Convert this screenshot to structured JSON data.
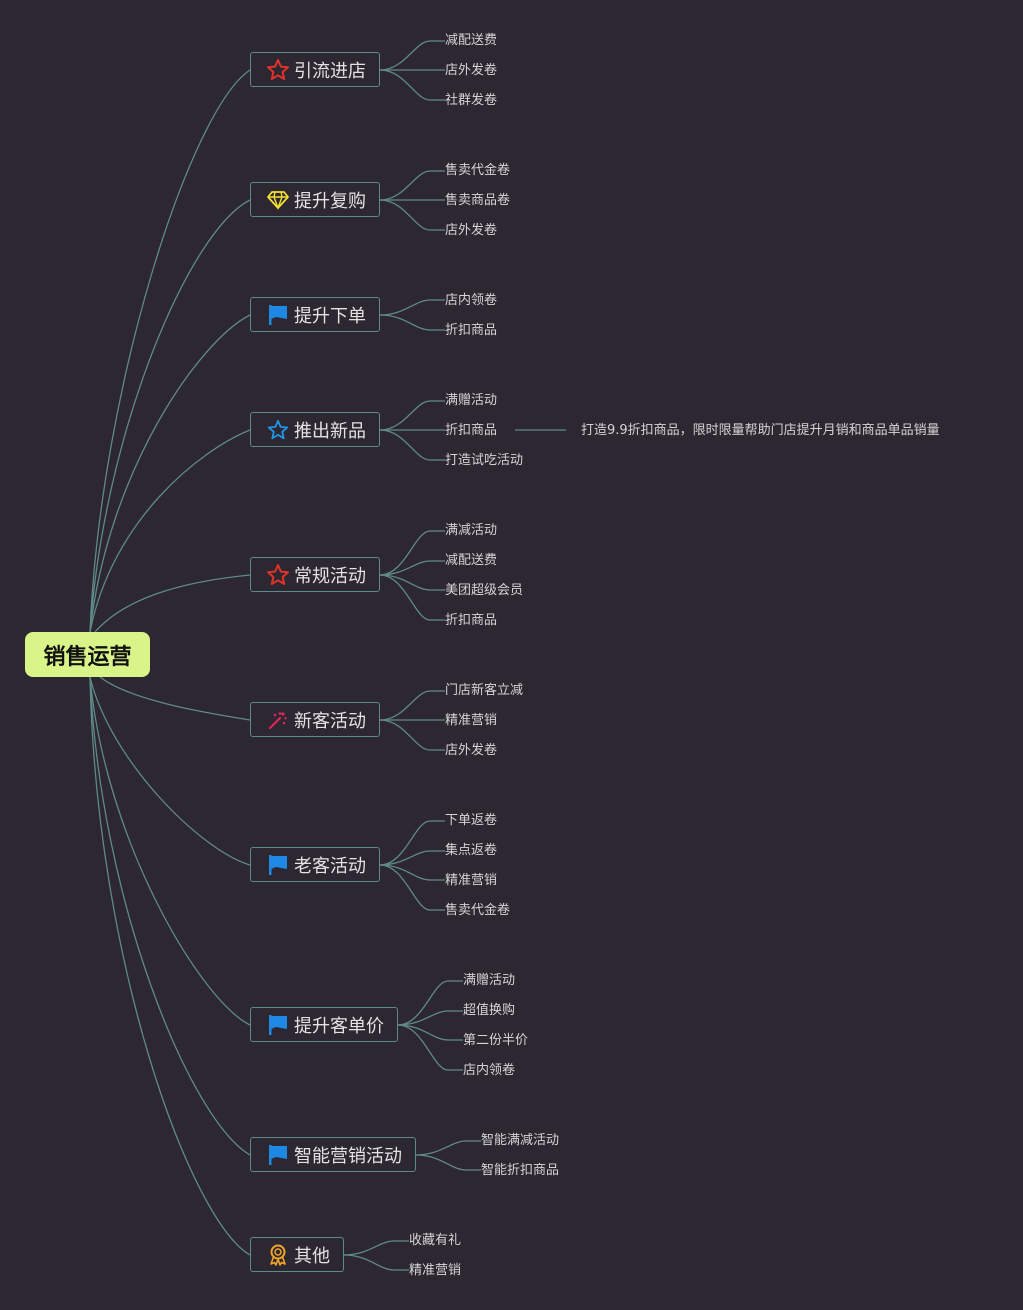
{
  "root": {
    "label": "销售运营"
  },
  "branches": [
    {
      "label": "引流进店",
      "icon": "star-outline-icon",
      "children": [
        "减配送费",
        "店外发卷",
        "社群发卷"
      ]
    },
    {
      "label": "提升复购",
      "icon": "diamond-icon",
      "children": [
        "售卖代金卷",
        "售卖商品卷",
        "店外发卷"
      ]
    },
    {
      "label": "提升下单",
      "icon": "flag-icon",
      "children": [
        "店内领卷",
        "折扣商品"
      ]
    },
    {
      "label": "推出新品",
      "icon": "star-outline-icon",
      "children": [
        "满赠活动",
        "折扣商品",
        "打造试吃活动"
      ]
    },
    {
      "label": "常规活动",
      "icon": "star-outline-icon",
      "children": [
        "满减活动",
        "减配送费",
        "美团超级会员",
        "折扣商品"
      ]
    },
    {
      "label": "新客活动",
      "icon": "sparkle-icon",
      "children": [
        "门店新客立减",
        "精准营销",
        "店外发卷"
      ]
    },
    {
      "label": "老客活动",
      "icon": "flag-icon",
      "children": [
        "下单返卷",
        "集点返卷",
        "精准营销",
        "售卖代金卷"
      ]
    },
    {
      "label": "提升客单价",
      "icon": "flag-icon",
      "children": [
        "满赠活动",
        "超值换购",
        "第二份半价",
        "店内领卷"
      ]
    },
    {
      "label": "智能营销活动",
      "icon": "flag-icon",
      "children": [
        "智能满减活动",
        "智能折扣商品"
      ]
    },
    {
      "label": "其他",
      "icon": "award-ribbon-icon",
      "children": [
        "收藏有礼",
        "精准营销"
      ]
    }
  ],
  "note": {
    "text": "打造9.9折扣商品，限时限量帮助门店提升月销和商品单品销量"
  },
  "colors": {
    "background": "#2c2731",
    "root_fill": "#d9f58a",
    "connector": "#5f8a89",
    "red_star": "#e2332b",
    "blue_star": "#2196e8",
    "flag_blue": "#1e88e5",
    "diamond_yellow": "#f5e132",
    "sparkle_red": "#e0245e",
    "award_orange": "#f2a427"
  }
}
